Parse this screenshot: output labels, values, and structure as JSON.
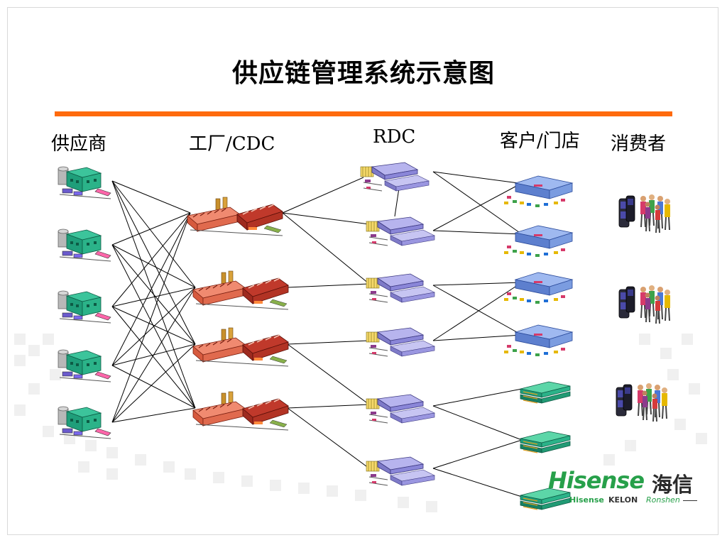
{
  "title": "供应链管理系统示意图",
  "columns": {
    "supplier": "供应商",
    "factory": "工厂/CDC",
    "rdc": "RDC",
    "customer": "客户/门店",
    "consumer": "消费者"
  },
  "logo": {
    "main": "Hisense",
    "cn": "海信",
    "sub1": "Hisense",
    "sub2": "KELON",
    "sub3": "Ronshen"
  },
  "colors": {
    "accent_bar": "#ff6a0d",
    "brand_green": "#27a04a",
    "factory_red": "#c0392b",
    "warehouse_purple": "#8a86d8",
    "store_blue": "#6f93dc",
    "supplier_teal": "#1f9e7a"
  },
  "icons": {
    "supplier": "supplier-plant-icon",
    "factory": "factory-icon",
    "rdc": "warehouse-icon",
    "store": "store-icon",
    "stacked_store": "stacked-store-icon",
    "consumer": "consumer-group-icon"
  }
}
